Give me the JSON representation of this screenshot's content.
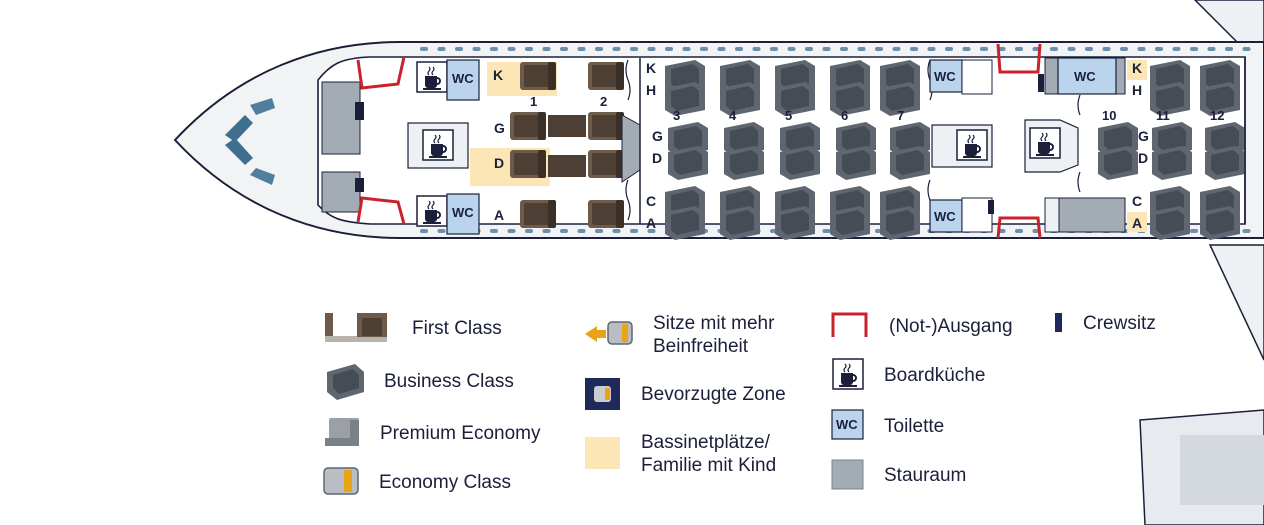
{
  "colors": {
    "navy": "#1b1f3a",
    "first_class": "#6d5a48",
    "business_class": "#5f6670",
    "premium_economy": "#9aa0a6",
    "economy_accent": "#e8a415",
    "bassinet": "#fde6b5",
    "exit": "#c8232c",
    "wc": "#b9d4ec",
    "storage": "#a3acb4",
    "fuselage": "#f1f3f5",
    "outline": "#1b1f3a"
  },
  "cabin": {
    "wc_label": "WC",
    "first_class_rows": [
      "1",
      "2"
    ],
    "business_rows": [
      "3",
      "4",
      "5",
      "6",
      "7",
      "10",
      "11",
      "12"
    ],
    "first_letters": [
      "K",
      "G",
      "D",
      "A"
    ],
    "business_letters_front": [
      "K",
      "H",
      "G",
      "D",
      "C",
      "A"
    ],
    "business_letters_rear": [
      "K",
      "H",
      "G",
      "D",
      "C",
      "A"
    ]
  },
  "legend": {
    "first_class": "First Class",
    "business_class": "Business Class",
    "premium_economy": "Premium Economy",
    "economy_class": "Economy Class",
    "legroom_line1": "Sitze mit mehr",
    "legroom_line2": "Beinfreiheit",
    "preferred_zone": "Bevorzugte Zone",
    "bassinet_line1": "Bassinetplätze/",
    "bassinet_line2": "Familie mit Kind",
    "exit": "(Not-)Ausgang",
    "galley": "Boardküche",
    "toilet": "Toilette",
    "toilet_icon_label": "WC",
    "storage": "Stauraum",
    "crew_seat": "Crewsitz"
  }
}
